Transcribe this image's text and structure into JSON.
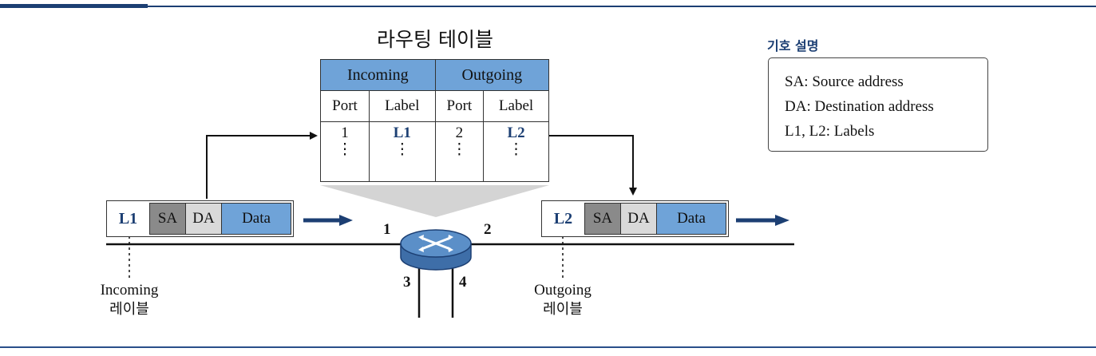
{
  "routing_table": {
    "title": "라우팅 테이블",
    "groups": [
      "Incoming",
      "Outgoing"
    ],
    "columns": [
      "Port",
      "Label",
      "Port",
      "Label"
    ],
    "row": [
      "1",
      "L1",
      "2",
      "L2"
    ],
    "continuation": [
      "⋮",
      "⋮",
      "⋮",
      "⋮"
    ]
  },
  "incoming_packet": {
    "label": "L1",
    "fields": [
      "SA",
      "DA",
      "Data"
    ]
  },
  "outgoing_packet": {
    "label": "L2",
    "fields": [
      "SA",
      "DA",
      "Data"
    ]
  },
  "router": {
    "ports": [
      "1",
      "2",
      "3",
      "4"
    ]
  },
  "captions": {
    "incoming": {
      "line1": "Incoming",
      "line2": "레이블"
    },
    "outgoing": {
      "line1": "Outgoing",
      "line2": "레이블"
    }
  },
  "legend": {
    "title": "기호 설명",
    "items": [
      "SA: Source address",
      "DA: Destination address",
      "L1, L2: Labels"
    ]
  },
  "colors": {
    "accent": "#1c3f73",
    "header_fill": "#6fa3d8",
    "sa_fill": "#8a8a8a",
    "da_fill": "#d9d9d9",
    "router_fill": "#5b8fc8"
  }
}
